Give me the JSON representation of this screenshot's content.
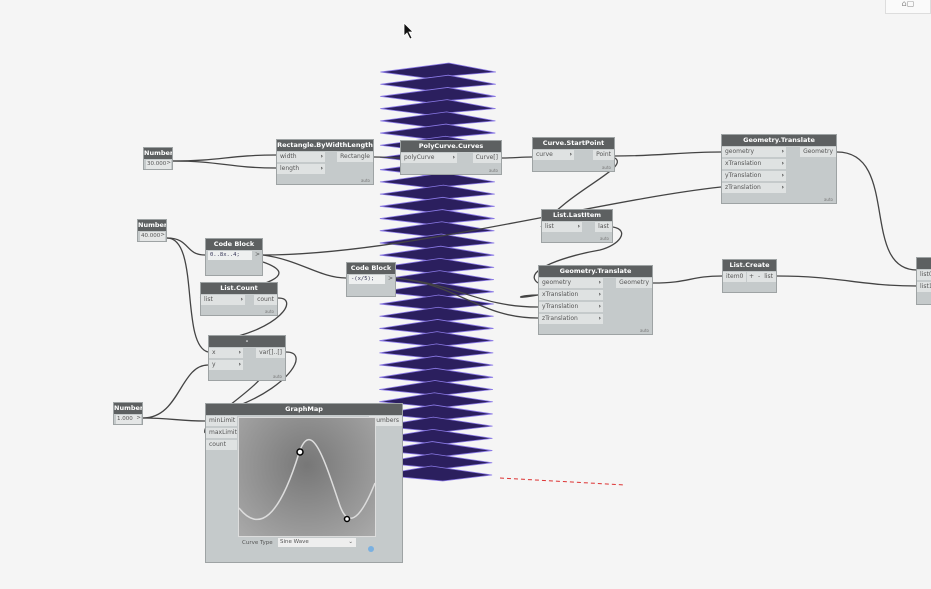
{
  "nodes": {
    "number1": {
      "title": "Number",
      "value": "30.000",
      "go": ">"
    },
    "number2": {
      "title": "Number",
      "value": "40.000",
      "go": ">"
    },
    "number3": {
      "title": "Number",
      "value": "1.000",
      "go": ">"
    },
    "rect": {
      "title": "Rectangle.ByWidthLength",
      "in": [
        "width",
        "length"
      ],
      "out": "Rectangle",
      "lacing": "auto"
    },
    "polycurve": {
      "title": "PolyCurve.Curves",
      "in": [
        "polyCurve"
      ],
      "out": "Curve[]",
      "lacing": "auto"
    },
    "startpoint": {
      "title": "Curve.StartPoint",
      "in": [
        "curve"
      ],
      "out": "Point",
      "lacing": "auto"
    },
    "translate1": {
      "title": "Geometry.Translate",
      "in": [
        "geometry",
        "xTranslation",
        "yTranslation",
        "zTranslation"
      ],
      "out": "Geometry",
      "lacing": "auto"
    },
    "codeblock1": {
      "title": "Code Block",
      "code": "0..8x..4;",
      "out": ">"
    },
    "codeblock2": {
      "title": "Code Block",
      "code": "-(x/5);",
      "out": ">"
    },
    "listcount": {
      "title": "List.Count",
      "in": [
        "list"
      ],
      "out": "count",
      "lacing": "auto"
    },
    "lastitem": {
      "title": "List.LastItem",
      "in": [
        "list"
      ],
      "out": "last",
      "lacing": "auto"
    },
    "translate2": {
      "title": "Geometry.Translate",
      "in": [
        "geometry",
        "xTranslation",
        "yTranslation",
        "zTranslation"
      ],
      "out": "Geometry",
      "lacing": "auto"
    },
    "listcreate": {
      "title": "List.Create",
      "in": [
        "item0"
      ],
      "plus": "+",
      "minus": "-",
      "out": "list"
    },
    "partial": {
      "in": [
        "list0",
        "list1"
      ]
    },
    "minus": {
      "title": "-",
      "in": [
        "x",
        "y"
      ],
      "out": "var[]..[]",
      "lacing": "auto"
    },
    "graphmap": {
      "title": "GraphMap",
      "in": [
        "minLimit",
        "maxLimit",
        "count"
      ],
      "out": "numbers",
      "curve_type_label": "Curve Type",
      "curve_type": "Sine Wave"
    }
  },
  "icons": {
    "cursor": "arrow-cursor-icon",
    "corner": "view-toggle-icon"
  },
  "colors": {
    "node_header": "#5d6061",
    "node_body": "#c5cacb",
    "tower": "#2b1f5e",
    "tower_edge": "#8a79e6"
  }
}
